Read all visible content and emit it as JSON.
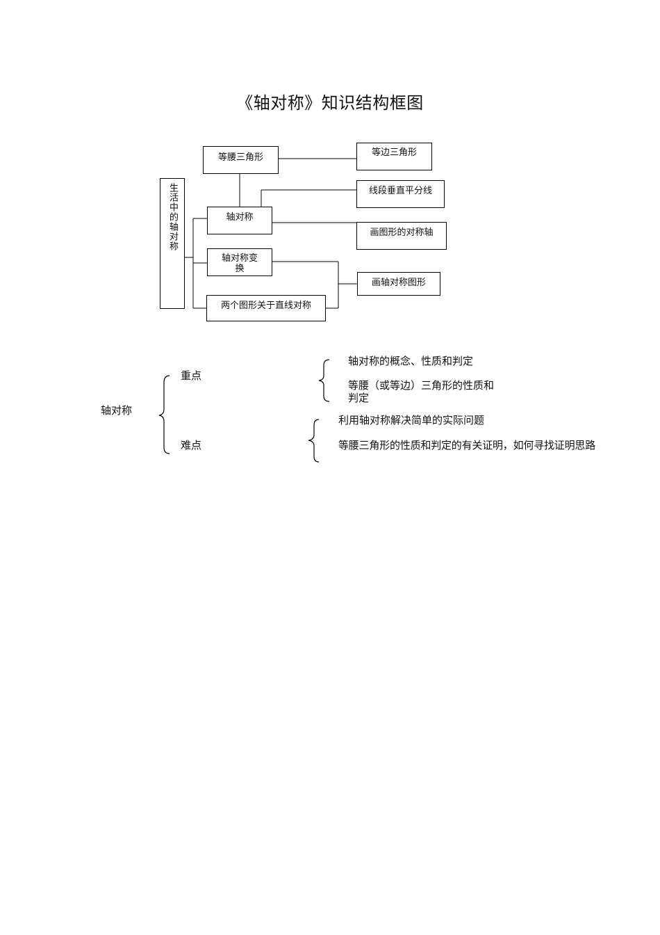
{
  "title": "《轴对称》知识结构框图",
  "diagram": {
    "life": "生活中的轴对称",
    "isosceles": "等腰三角形",
    "equilateral": "等边三角形",
    "perp_bisector": "线段垂直平分线",
    "axis": "轴对称",
    "draw_axis": "画图形的对称轴",
    "transform_l1": "轴对称变",
    "transform_l2": "换",
    "draw_figure": "画轴对称图形",
    "two_figures": "两个图形关于直线对称"
  },
  "outline": {
    "root": "轴对称",
    "key": {
      "label": "重点",
      "items": [
        "轴对称的概念、性质和判定",
        "等腰（或等边）三角形的性质和",
        "判定"
      ]
    },
    "difficult": {
      "label": "难点",
      "items": [
        "利用轴对称解决简单的实际问题",
        "等腰三角形的性质和判定的有关证明，如何寻找证明思路"
      ]
    }
  }
}
